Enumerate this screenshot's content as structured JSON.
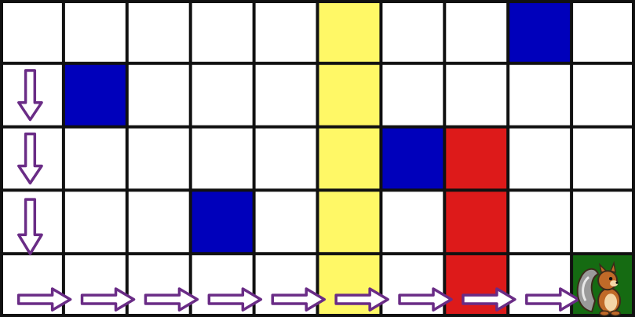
{
  "board": {
    "columns": 10,
    "rows": 5,
    "colors": {
      "empty": "#ffffff",
      "blue": "#0000bb",
      "yellow": "#fff866",
      "red": "#dd1a1a",
      "goal": "#156b12",
      "grid_line": "#111111",
      "arrow_stroke": "#6a2c86",
      "arrow_fill": "#ffffff"
    },
    "cells": [
      [
        "empty",
        "empty",
        "empty",
        "empty",
        "empty",
        "yellow",
        "empty",
        "empty",
        "blue",
        "empty"
      ],
      [
        "empty",
        "blue",
        "empty",
        "empty",
        "empty",
        "yellow",
        "empty",
        "empty",
        "empty",
        "empty"
      ],
      [
        "empty",
        "empty",
        "empty",
        "empty",
        "empty",
        "yellow",
        "blue",
        "red",
        "empty",
        "empty"
      ],
      [
        "empty",
        "empty",
        "empty",
        "blue",
        "empty",
        "yellow",
        "empty",
        "red",
        "empty",
        "empty"
      ],
      [
        "empty",
        "empty",
        "empty",
        "empty",
        "empty",
        "yellow",
        "empty",
        "red",
        "empty",
        "goal"
      ]
    ],
    "goal": {
      "row": 4,
      "col": 9,
      "character_icon": "squirrel-icon"
    },
    "path": [
      {
        "row": 1,
        "col": 0,
        "direction": "down"
      },
      {
        "row": 2,
        "col": 0,
        "direction": "down"
      },
      {
        "row": 3,
        "col": 0,
        "direction": "down"
      },
      {
        "row": 4,
        "col": 0,
        "direction": "right"
      },
      {
        "row": 4,
        "col": 1,
        "direction": "right"
      },
      {
        "row": 4,
        "col": 2,
        "direction": "right"
      },
      {
        "row": 4,
        "col": 3,
        "direction": "right"
      },
      {
        "row": 4,
        "col": 4,
        "direction": "right"
      },
      {
        "row": 4,
        "col": 5,
        "direction": "right"
      },
      {
        "row": 4,
        "col": 6,
        "direction": "right"
      },
      {
        "row": 4,
        "col": 7,
        "direction": "right"
      },
      {
        "row": 4,
        "col": 8,
        "direction": "right"
      }
    ]
  }
}
